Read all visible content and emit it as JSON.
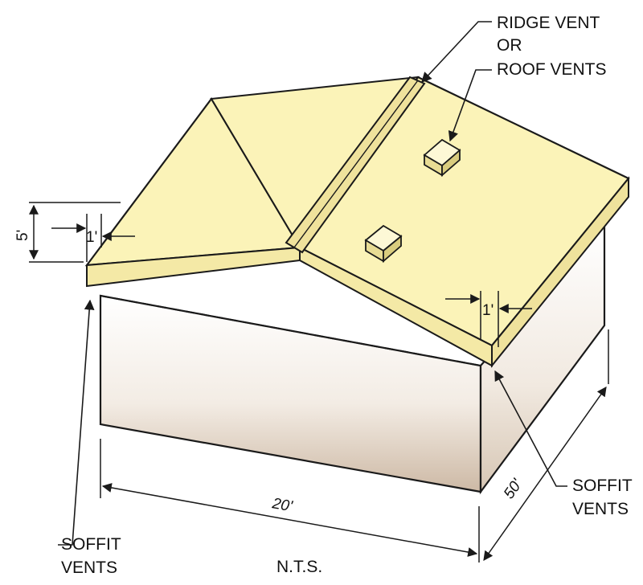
{
  "labels": {
    "ridge_vent_line1": "RIDGE VENT",
    "ridge_vent_line2": "OR",
    "ridge_vent_line3": "ROOF VENTS",
    "soffit_right_line1": "SOFFIT",
    "soffit_right_line2": "VENTS",
    "soffit_left_line1": "SOFFIT",
    "soffit_left_line2": "VENTS",
    "nts": "N.T.S."
  },
  "dimensions": {
    "height": "5'",
    "overhang_left": "1'",
    "overhang_right": "1'",
    "width": "20'",
    "depth": "50'"
  },
  "colors": {
    "roof": "#fbf3b8",
    "roof_fascia": "#f4e9a6",
    "wall_light": "#ffffff",
    "wall_dark": "#cdb9a5",
    "ridge": "#efe29c",
    "outline": "#1a1a1a"
  }
}
